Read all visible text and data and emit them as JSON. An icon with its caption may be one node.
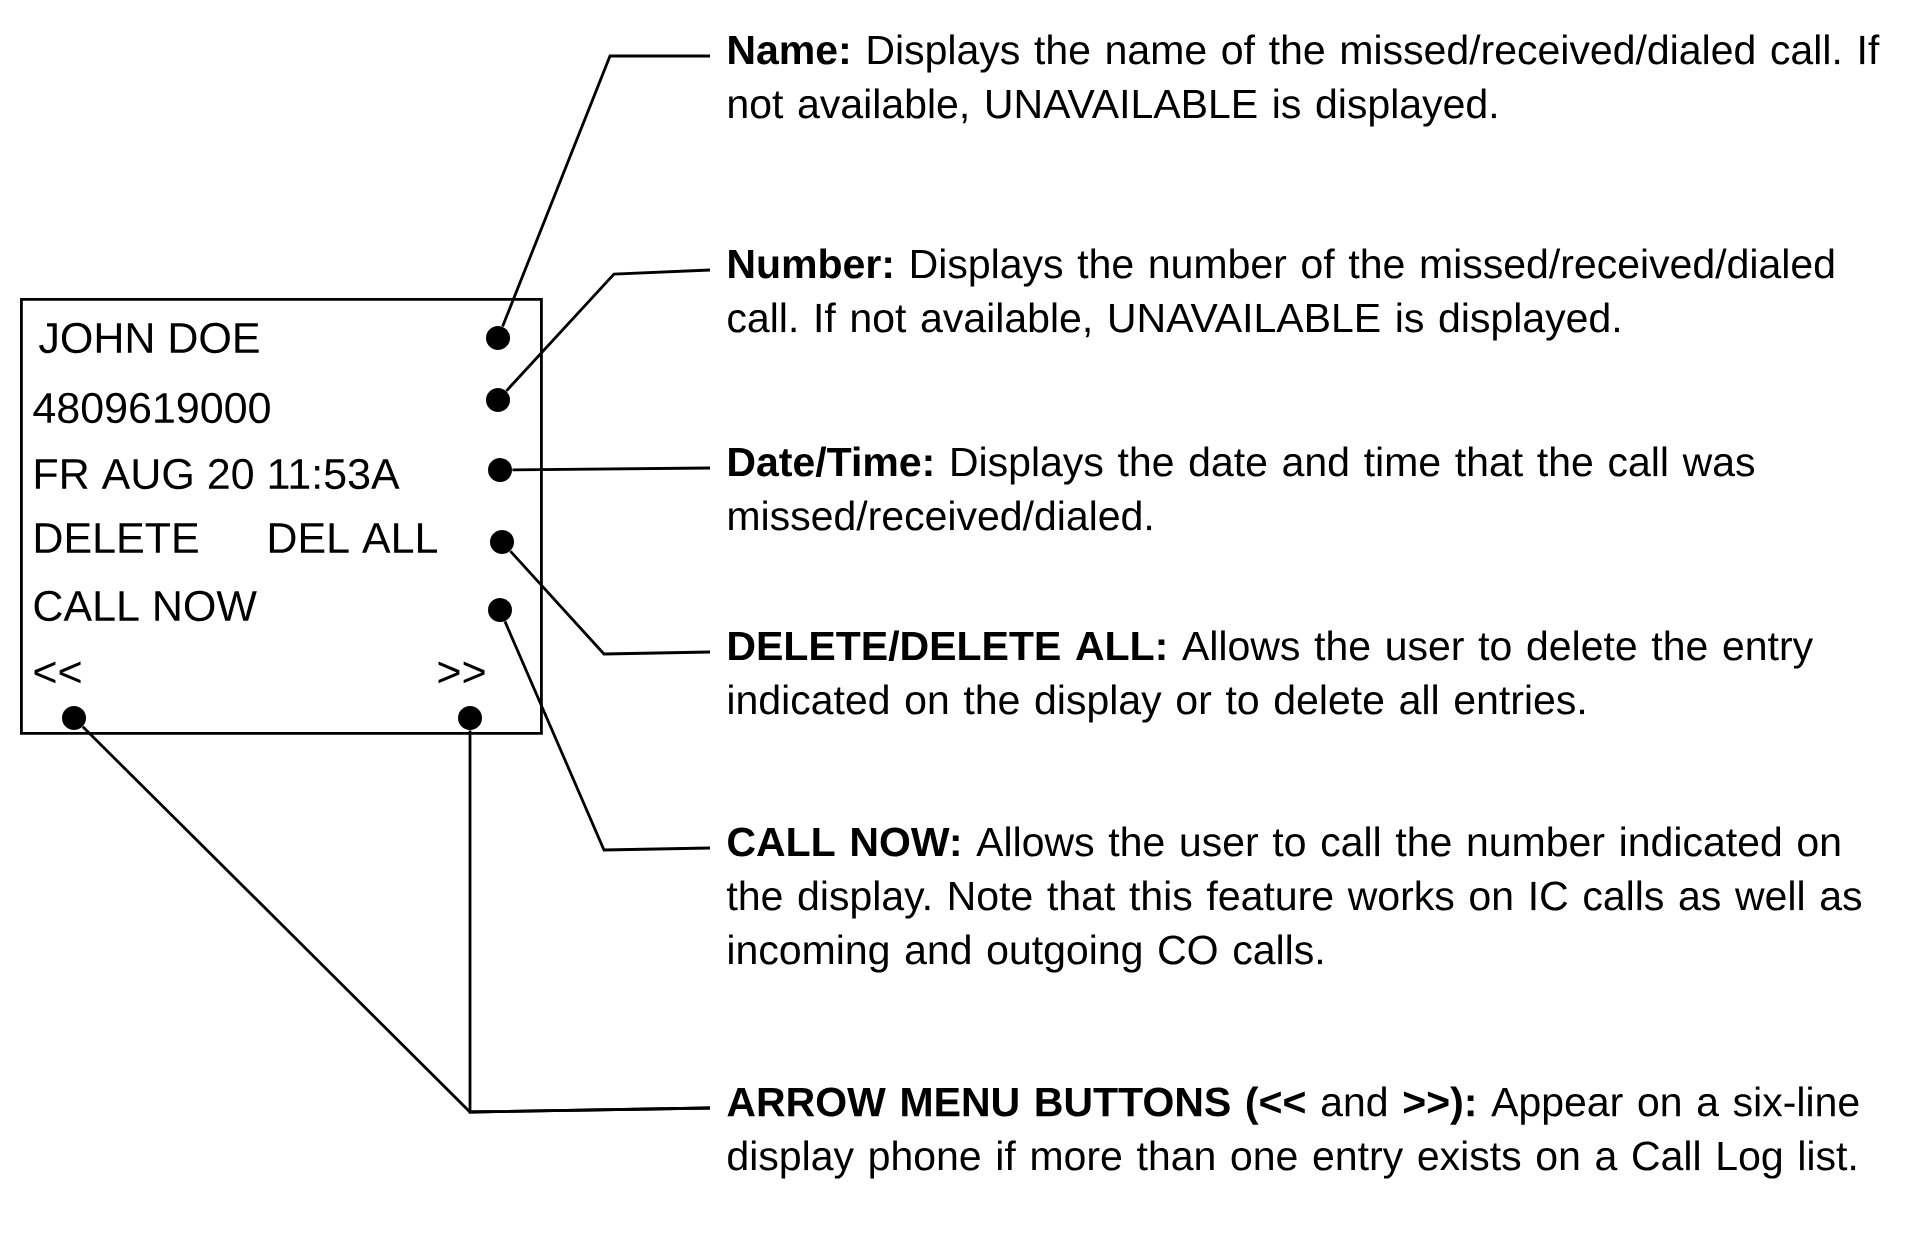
{
  "diagram": {
    "nodes": [
      {
        "text": [
          "JOHN DOE",
          "4809619000",
          "FR AUG 20 11:53A",
          "DELETE",
          "DEL ALL",
          "CALL NOW",
          "<<",
          ">>"
        ]
      },
      {
        "text": [],
        "shape": "circle",
        "in": 0
      },
      {
        "text": [],
        "shape": "circle",
        "in": 0
      },
      {
        "text": [],
        "shape": "circle",
        "in": 0
      },
      {
        "text": [],
        "shape": "circle",
        "in": 0
      },
      {
        "text": [],
        "shape": "circle",
        "in": 0
      },
      {
        "text": [],
        "shape": "circle",
        "in": 0
      },
      {
        "text": [],
        "shape": "circle",
        "in": 0
      },
      {
        "text": [
          "**Name:** Displays the name of the missed/received/dialed call. If not available, UNAVAILABLE is displayed."
        ]
      },
      {
        "text": [
          "**Number:** Displays the number of the missed/received/dialed call. If not available, UNAVAILABLE is displayed."
        ]
      },
      {
        "text": [
          "**Date/Time:** Displays the date and time that the call was missed/received/dialed."
        ]
      },
      {
        "text": [
          "**DELETE/DELETE ALL:** Allows the user to delete the entry indicated on the display or to delete all entries."
        ]
      },
      {
        "text": [
          "**CALL NOW:** Allows the user to call the number indicated on the display. Note that this feature works on IC calls as well as incoming and outgoing CO calls."
        ]
      },
      {
        "text": [
          "**ARROW MENU BUTTONS (<<** and **>>):** Appear on a six-line display phone if more than one entry exists on a Call Log list."
        ]
      }
    ],
    "edges": [
      {
        "from": 8,
        "to": 1,
        "arrow": "none"
      },
      {
        "from": 9,
        "to": 2,
        "arrow": "none"
      },
      {
        "from": 10,
        "to": 3,
        "arrow": "none"
      },
      {
        "from": 11,
        "to": 4,
        "arrow": "none"
      },
      {
        "from": 12,
        "to": 5,
        "arrow": "none"
      },
      {
        "from": 13,
        "to": 6,
        "arrow": "none"
      },
      {
        "from": 13,
        "to": 7,
        "arrow": "none"
      }
    ]
  }
}
